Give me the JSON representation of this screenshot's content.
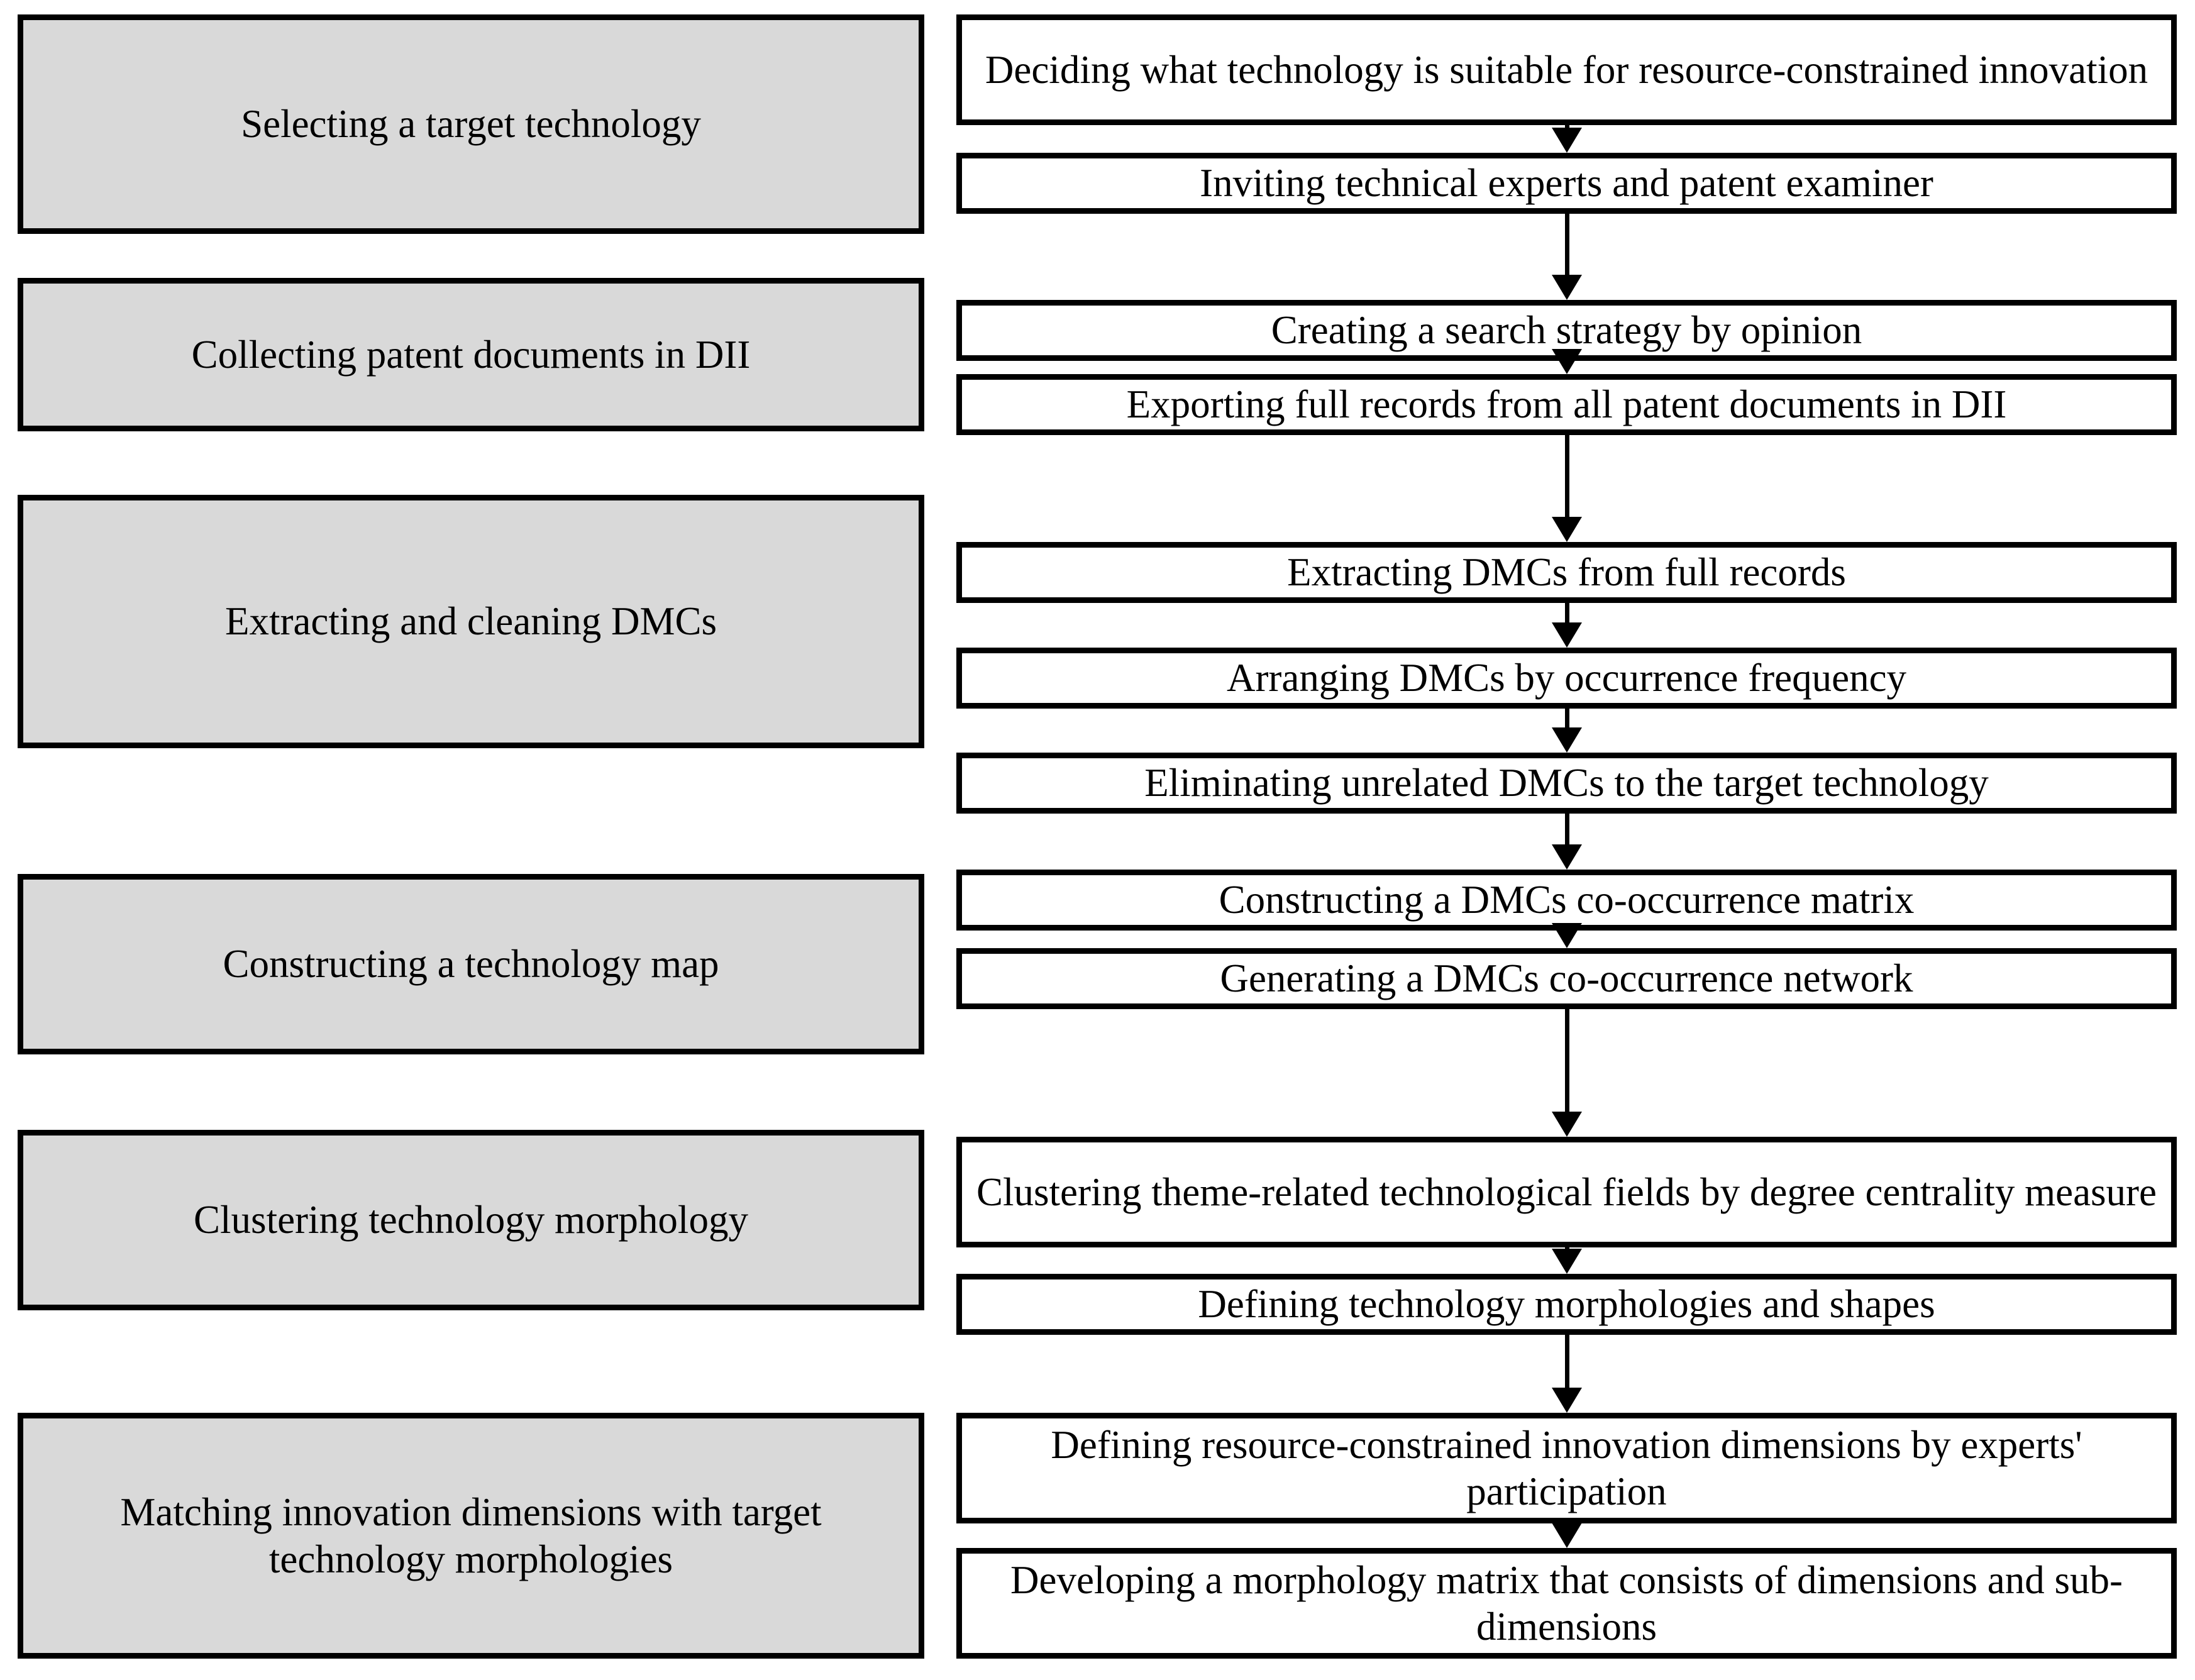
{
  "diagram": {
    "type": "flowchart",
    "orientation": "vertical",
    "colors": {
      "stage_fill": "#d9d9d9",
      "step_fill": "#ffffff",
      "border": "#000000",
      "text": "#000000",
      "background": "#ffffff"
    },
    "stages": [
      {
        "id": "stage-1",
        "label": "Selecting a target technology"
      },
      {
        "id": "stage-2",
        "label": "Collecting patent documents in DII"
      },
      {
        "id": "stage-3",
        "label": "Extracting and cleaning DMCs"
      },
      {
        "id": "stage-4",
        "label": "Constructing a technology map"
      },
      {
        "id": "stage-5",
        "label": "Clustering technology morphology"
      },
      {
        "id": "stage-6",
        "label": "Matching innovation dimensions with target technology morphologies"
      }
    ],
    "steps": [
      {
        "id": "step-1",
        "stage": "stage-1",
        "label": "Deciding what technology is suitable for resource-constrained innovation"
      },
      {
        "id": "step-2",
        "stage": "stage-1",
        "label": "Inviting technical experts and patent examiner"
      },
      {
        "id": "step-3",
        "stage": "stage-2",
        "label": "Creating a search strategy by opinion"
      },
      {
        "id": "step-4",
        "stage": "stage-2",
        "label": "Exporting full records from all patent documents in DII"
      },
      {
        "id": "step-5",
        "stage": "stage-3",
        "label": "Extracting DMCs from full records"
      },
      {
        "id": "step-6",
        "stage": "stage-3",
        "label": "Arranging DMCs by occurrence frequency"
      },
      {
        "id": "step-7",
        "stage": "stage-3",
        "label": "Eliminating unrelated DMCs to the target technology"
      },
      {
        "id": "step-8",
        "stage": "stage-4",
        "label": "Constructing a DMCs co-occurrence matrix"
      },
      {
        "id": "step-9",
        "stage": "stage-4",
        "label": "Generating a DMCs co-occurrence network"
      },
      {
        "id": "step-10",
        "stage": "stage-5",
        "label": "Clustering theme-related technological fields by degree centrality measure"
      },
      {
        "id": "step-11",
        "stage": "stage-5",
        "label": "Defining technology morphologies and shapes"
      },
      {
        "id": "step-12",
        "stage": "stage-6",
        "label": "Defining resource-constrained innovation dimensions by experts' participation"
      },
      {
        "id": "step-13",
        "stage": "stage-6",
        "label": "Developing a morphology matrix that consists of dimensions and sub-dimensions"
      }
    ],
    "connectors": [
      {
        "id": "arrow-1",
        "from": "step-1",
        "to": "step-2"
      },
      {
        "id": "arrow-2",
        "from": "step-2",
        "to": "step-3"
      },
      {
        "id": "arrow-3",
        "from": "step-3",
        "to": "step-4"
      },
      {
        "id": "arrow-4",
        "from": "step-4",
        "to": "step-5"
      },
      {
        "id": "arrow-5",
        "from": "step-5",
        "to": "step-6"
      },
      {
        "id": "arrow-6",
        "from": "step-6",
        "to": "step-7"
      },
      {
        "id": "arrow-7",
        "from": "step-7",
        "to": "step-8"
      },
      {
        "id": "arrow-8",
        "from": "step-8",
        "to": "step-9"
      },
      {
        "id": "arrow-9",
        "from": "step-9",
        "to": "step-10"
      },
      {
        "id": "arrow-10",
        "from": "step-10",
        "to": "step-11"
      },
      {
        "id": "arrow-11",
        "from": "step-11",
        "to": "step-12"
      },
      {
        "id": "arrow-12",
        "from": "step-12",
        "to": "step-13"
      }
    ]
  }
}
